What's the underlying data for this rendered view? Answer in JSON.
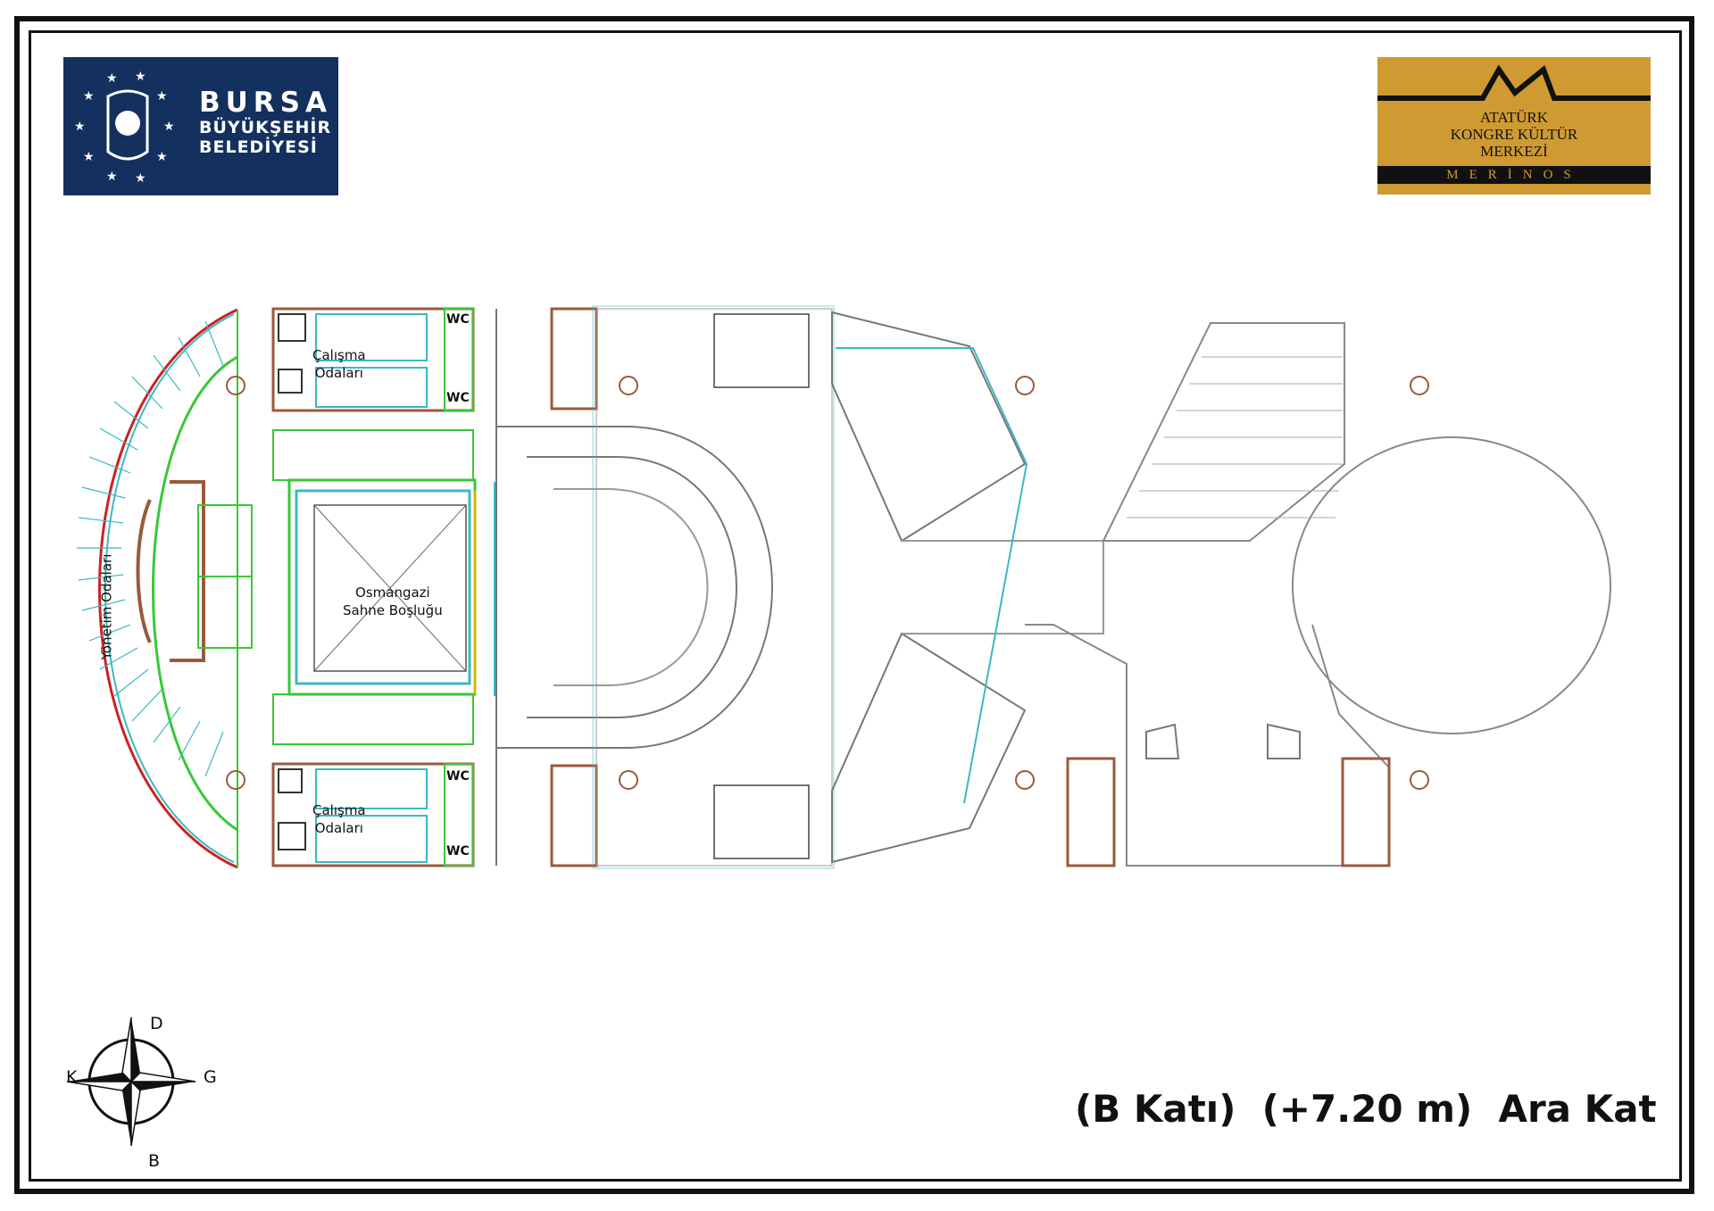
{
  "logos": {
    "bursa": {
      "line1": "BURSA",
      "line2": "BÜYÜKŞEHİR",
      "line3": "BELEDİYESİ",
      "bg_color": "#13305e"
    },
    "akm": {
      "line1": "ATATÜRK",
      "line2": "KONGRE KÜLTÜR",
      "line3": "MERKEZİ",
      "bar": "MERİNOS",
      "bg_color": "#cf9a31"
    }
  },
  "rooms": {
    "calisma_top": [
      "Çalışma",
      "Odaları"
    ],
    "calisma_bottom": [
      "Çalışma",
      "Odaları"
    ],
    "stage": [
      "Osmangazi",
      "Sahne Boşluğu"
    ],
    "yonetim": "Yönetim Odaları",
    "wc": "WC"
  },
  "title": "(B Katı)  (+7.20 m)  Ara Kat",
  "compass": {
    "north": "D",
    "south": "B",
    "west": "K",
    "east": "G"
  },
  "colors": {
    "wall": "#9a5a3a",
    "glass": "#3bb8c4",
    "partition": "#37c837",
    "door": "#e07c1a",
    "line": "#888888",
    "facade_red": "#c22"
  }
}
